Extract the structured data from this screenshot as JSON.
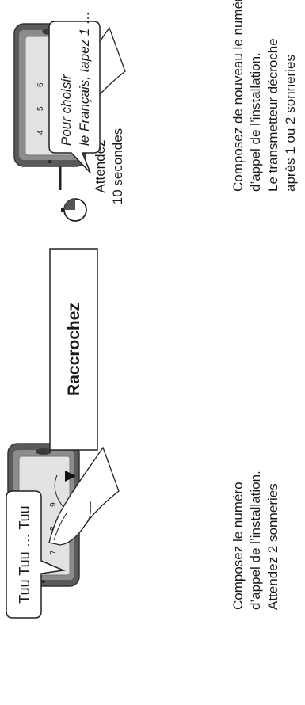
{
  "step1": {
    "bubble": "Tuu Tuu … Tuu",
    "caption": [
      "Composez le numéro",
      "d’appel de l’installation.",
      "Attendez 2 sonneries"
    ]
  },
  "step2": {
    "box": "Raccrochez"
  },
  "step3": {
    "caption": [
      "Attendez",
      "10 secondes"
    ]
  },
  "step4": {
    "bubble": [
      "Pour choisir",
      "le Français, tapez 1 …"
    ],
    "caption": [
      "Composez de nouveau le numéro",
      "d’appel de l’installation.",
      "Le transmetteur décroche",
      "après 1 ou 2 sonneries"
    ]
  },
  "icons": {
    "phone": "smartphone-keypad-icon",
    "hand": "finger-pressing-icon",
    "timer": "stopwatch-icon",
    "arrow": "arrow-up-icon",
    "next": "triangle-arrow-icon"
  },
  "keypad_digits": [
    "4",
    "5",
    "6",
    "7",
    "8",
    "9"
  ],
  "colors": {
    "ink": "#1a1a1a",
    "phone_body": "#555555",
    "screen": "#dcdcdc"
  }
}
